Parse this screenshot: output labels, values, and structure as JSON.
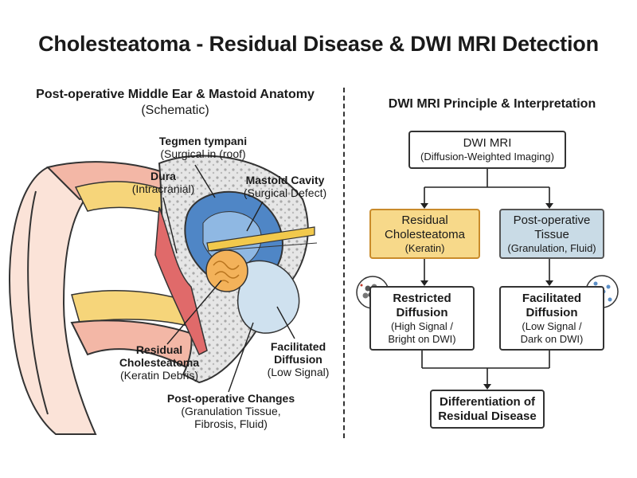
{
  "title": "Cholesteatoma - Residual Disease & DWI MRI Detection",
  "left": {
    "heading_bold": "Post-operative Middle Ear & Mastoid Anatomy",
    "heading_normal": "(Schematic)",
    "labels": {
      "tegmen": {
        "head": "Tegmen tympani",
        "sub": "(Surgical in (roof)"
      },
      "dura": {
        "head": "Dura",
        "sub": "(Intracranial)"
      },
      "mastoid": {
        "head": "Mastoid Cavity",
        "sub": "(Surgical Defect)"
      },
      "residual": {
        "head": "Residual Cholesteatoma",
        "sub": "(Keratin Debris)"
      },
      "facilitated": {
        "head": "Facilitated Diffusion",
        "sub": "(Low Signal)"
      },
      "postop": {
        "head": "Post-operative Changes",
        "sub1": "(Granulation Tissue,",
        "sub2": "Fibrosis, Fluid)"
      }
    }
  },
  "right": {
    "heading": "DWI MRI Principle & Interpretation",
    "dwi": {
      "head": "DWI MRI",
      "sub": "(Diffusion-Weighted Imaging)"
    },
    "residual": {
      "head": "Residual Cholesteatoma",
      "sub": "(Keratin)"
    },
    "postop": {
      "head": "Post-operative Tissue",
      "sub": "(Granulation, Fluid)"
    },
    "restricted": {
      "head": "Restricted Diffusion",
      "sub1": "(High Signal /",
      "sub2": "Bright on DWI)"
    },
    "facilitated": {
      "head": "Facilitated Diffusion",
      "sub1": "(Low Signal /",
      "sub2": "Dark on DWI)"
    },
    "differentiation": {
      "head": "Differentiation of Residual Disease"
    }
  },
  "colors": {
    "residual_box": "#f7d98a",
    "postop_box": "#c9dbe6",
    "keratin": "#f3b25a",
    "cavity_blue": "#4f86c6",
    "skin": "#f3b7a6",
    "bone": "#d9d9d9"
  },
  "icons": {
    "restricted": "restricted-diffusion-icon",
    "facilitated": "facilitated-diffusion-icon",
    "diagram": "ear-anatomy-illustration"
  }
}
